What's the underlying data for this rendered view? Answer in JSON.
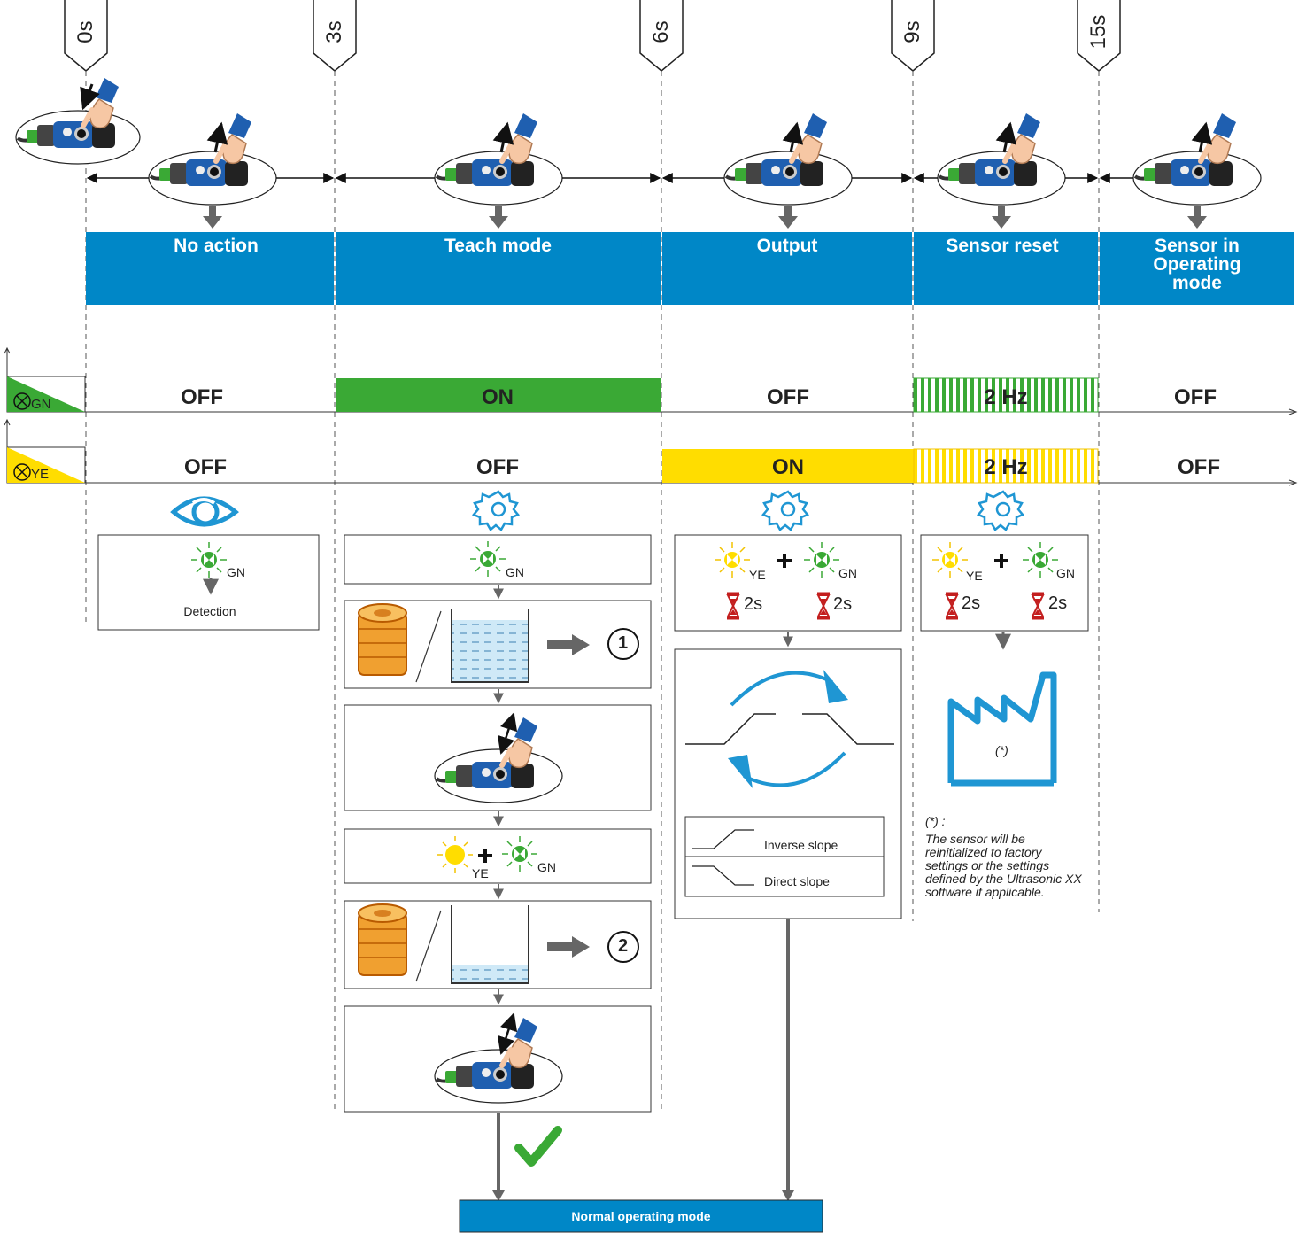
{
  "markers": [
    "0s",
    "3s",
    "6s",
    "9s",
    "15s"
  ],
  "phases": [
    "No action",
    "Teach mode",
    "Output",
    "Sensor reset",
    "Sensor in Operating mode"
  ],
  "leds": {
    "green_label": "GN",
    "yellow_label": "YE",
    "green_states": [
      "OFF",
      "ON",
      "OFF",
      "2 Hz",
      "OFF"
    ],
    "yellow_states": [
      "OFF",
      "OFF",
      "ON",
      "2 Hz",
      "OFF"
    ],
    "green_color": "#3aa935",
    "yellow_color": "#ffdd00"
  },
  "no_action": {
    "led_label": "GN",
    "action": "Detection"
  },
  "teach": {
    "led_label": "GN",
    "step1": "1",
    "step2": "2",
    "led_label_ye": "YE",
    "led_label_gn": "GN"
  },
  "output": {
    "ye_label": "YE",
    "gn_label": "GN",
    "time1": "2s",
    "time2": "2s",
    "inverse": "Inverse slope",
    "direct": "Direct slope"
  },
  "reset": {
    "ye_label": "YE",
    "gn_label": "GN",
    "time1": "2s",
    "time2": "2s",
    "factory_mark": "(*)",
    "note_head": "(*) :",
    "note_body": "The sensor will be reinitialized to factory settings or the settings defined by the Ultrasonic XX software if applicable."
  },
  "final": "Normal operating mode",
  "colors": {
    "band": "#0087c7",
    "arrow": "#666666",
    "icon": "#1f96d3",
    "check": "#3aa935"
  },
  "icons": [
    "eye-icon",
    "gear-icon",
    "hourglass-icon",
    "factory-icon",
    "sensor-icon",
    "hand-icon",
    "led-icon",
    "check-icon",
    "cycle-icon"
  ]
}
